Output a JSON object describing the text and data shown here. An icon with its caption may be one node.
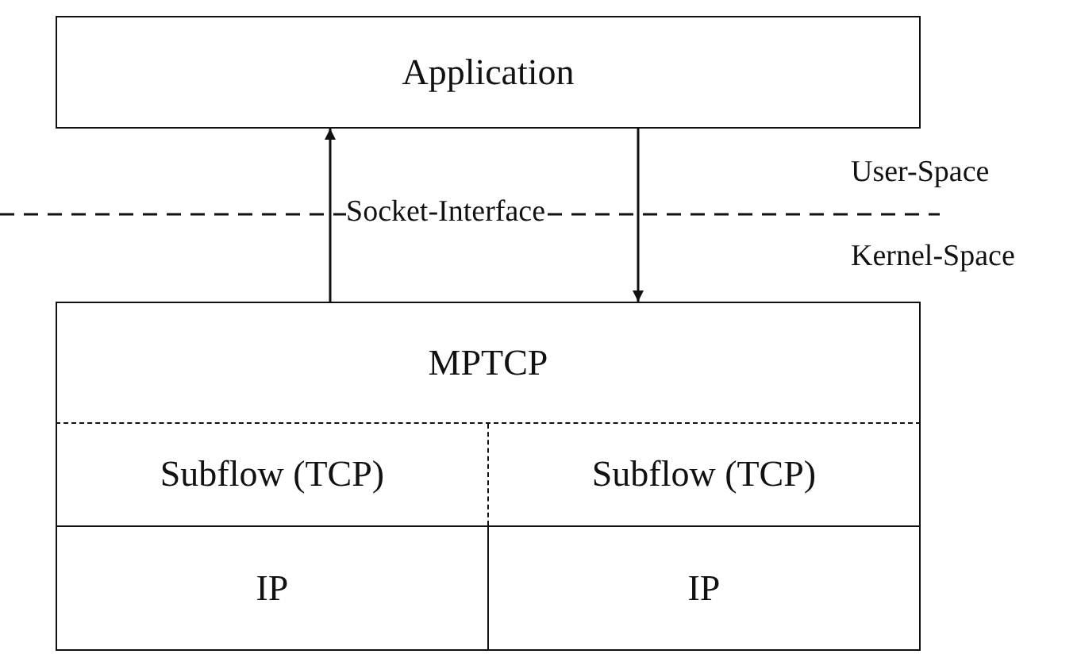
{
  "diagram": {
    "nodes": [
      {
        "text": [
          "Application"
        ]
      },
      {
        "text": [
          "MPTCP"
        ]
      },
      {
        "text": [
          "Subflow (TCP)"
        ]
      },
      {
        "text": [
          "Subflow (TCP)"
        ]
      },
      {
        "text": [
          "IP"
        ]
      },
      {
        "text": [
          "IP"
        ]
      }
    ],
    "edges": [
      {
        "from": 1,
        "to": 0,
        "arrow": "to"
      },
      {
        "from": 0,
        "to": 1,
        "arrow": "to"
      }
    ],
    "labels": [
      "Socket-Interface",
      "User-Space",
      "Kernel-Space"
    ]
  }
}
